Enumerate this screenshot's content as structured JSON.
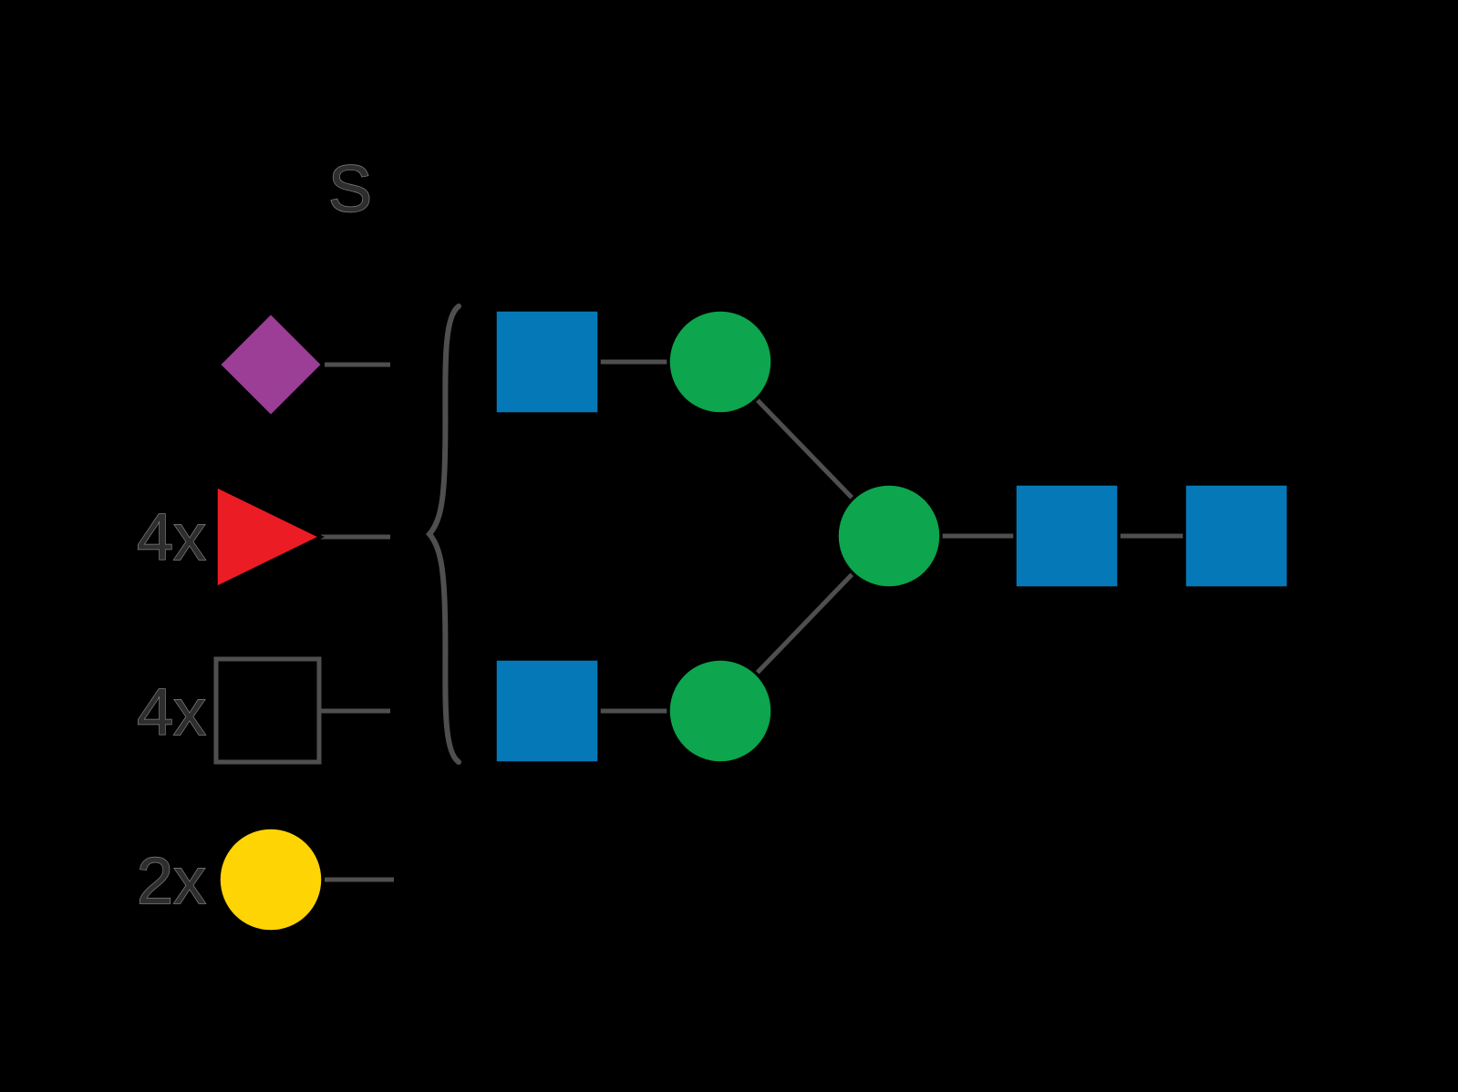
{
  "diagram": {
    "background_color": "#000000",
    "stroke_color": "#4f4f4f",
    "legend": {
      "sulfate_label": "S",
      "items": [
        {
          "count": "",
          "symbol": "purple-diamond"
        },
        {
          "count": "4x",
          "symbol": "red-triangle"
        },
        {
          "count": "4x",
          "symbol": "open-square"
        },
        {
          "count": "2x",
          "symbol": "yellow-circle"
        }
      ]
    },
    "structure": {
      "description": "Branched glycan: two antennae (blue square linked to green circle) converge on a central green circle, which links to two blue squares in series; a curly brace groups the variable legend residues onto the antennae",
      "nodes": [
        "blue-square-upper-antenna",
        "green-circle-upper-antenna",
        "blue-square-lower-antenna",
        "green-circle-lower-antenna",
        "green-circle-core",
        "blue-square-core-inner",
        "blue-square-core-reducing"
      ],
      "edges": [
        [
          "blue-square-upper-antenna",
          "green-circle-upper-antenna"
        ],
        [
          "green-circle-upper-antenna",
          "green-circle-core"
        ],
        [
          "blue-square-lower-antenna",
          "green-circle-lower-antenna"
        ],
        [
          "green-circle-lower-antenna",
          "green-circle-core"
        ],
        [
          "green-circle-core",
          "blue-square-core-inner"
        ],
        [
          "blue-square-core-inner",
          "blue-square-core-reducing"
        ]
      ]
    },
    "colors": {
      "blue_square": "#0579B8",
      "green_circle": "#0DA54D",
      "purple_diamond": "#9C3D96",
      "red_triangle": "#EC1C24",
      "yellow_circle": "#FFD405"
    }
  }
}
